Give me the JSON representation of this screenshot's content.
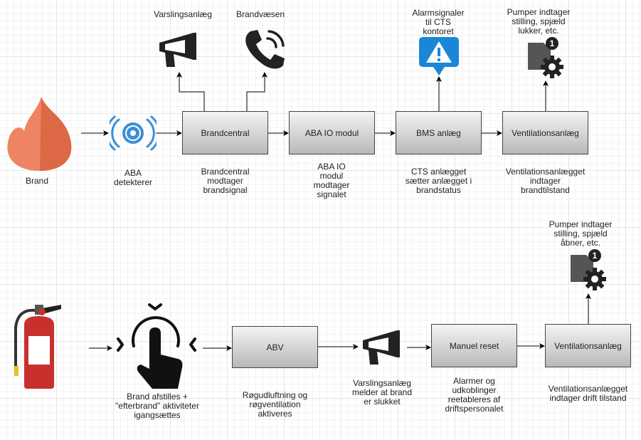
{
  "top_row": {
    "brand_label": "Brand",
    "detector_label": "ABA\ndetekterer",
    "box1": "Brandcentral",
    "box1_caption": "Brandcentral\nmodtager\nbrandsignal",
    "box2": "ABA IO modul",
    "box2_caption": "ABA IO\nmodul\nmodtager\nsignalet",
    "box3": "BMS anlæg",
    "box3_caption": "CTS anlægget\nsætter anlægget i\nbrandstatus",
    "box4": "Ventilationsanlæg",
    "box4_caption": "Ventilationsanlægget\nindtager\nbrandtilstand",
    "varsling_label": "Varslingsanlæg",
    "brandvaesen_label": "Brandvæsen",
    "alarm_label": "Alarmsignaler\ntil CTS\nkontoret",
    "pumper_label": "Pumper indtager\nstilling, spjæld\nlukker, etc.",
    "badge": "1"
  },
  "bottom_row": {
    "touch_label": "Brand afstilles +\n\"efterbrand\" aktiviteter\nigangsættes",
    "box1": "ABV",
    "box1_caption": "Røgudluftning og\nrøgventilation\naktiveres",
    "varsling_caption": "Varslingsanlæg\nmelder at brand\ner slukket",
    "box2": "Manuel reset",
    "box2_caption": "Alarmer og\nudkoblinger\nreetableres af\ndriftspersonalet",
    "box3": "Ventilationsanlæg",
    "box3_caption": "Ventilationsanlægget\nindtager drift tilstand",
    "pumper_label": "Pumper indtager\nstilling, spjæld\nåbner, etc.",
    "badge": "1"
  },
  "colors": {
    "flame_light": "#ee8464",
    "flame_dark": "#dc6846",
    "detector_blue": "#3c8fd6",
    "alert_blue": "#1a86d8",
    "extinguisher_red": "#c8302e",
    "icon_dark": "#222222",
    "gear_gray": "#555555"
  },
  "icons": {
    "fire": "flame-icon",
    "detector": "smoke-detector-icon",
    "megaphone": "megaphone-icon",
    "phone": "phone-icon",
    "alert": "alert-icon",
    "gear_doc": "settings-document-icon",
    "extinguisher": "fire-extinguisher-icon",
    "touch": "touch-gesture-icon"
  }
}
